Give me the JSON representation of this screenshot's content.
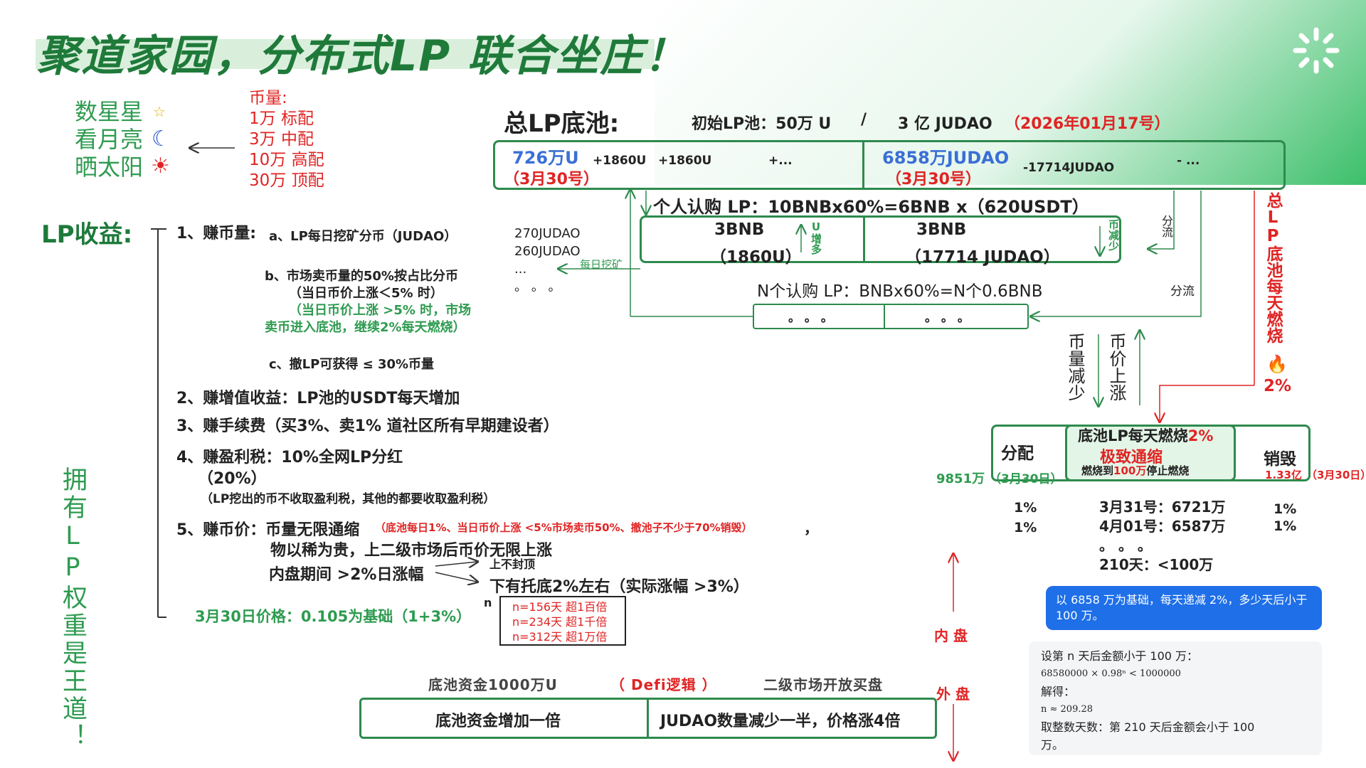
{
  "title": "聚道家园，分布式LP  联合坐庄！",
  "left_tiers": {
    "labels": [
      "数星星",
      "看月亮",
      "晒太阳"
    ],
    "quantity_header": "币量:",
    "quantities": [
      "1万  标配",
      "3万  中配",
      "10万  高配",
      "30万  顶配"
    ]
  },
  "lp_income": {
    "title": "LP收益:",
    "item1": "1、赚币量:",
    "item1a": "a、LP每日挖矿分币（JUDAO）",
    "item1b_1": "b、市场卖币量的50%按占比分币",
    "item1b_2": "（当日币价上涨＜5% 时）",
    "item1b_3": "（当日币价上涨 >5%  时，市场",
    "item1b_4": "卖币进入底池，继续2%每天燃烧）",
    "item1c": "c、撤LP可获得 ≤ 30%币量",
    "mining_list": [
      "270JUDAO",
      "260JUDAO",
      "...",
      "。 。 。"
    ],
    "mining_label": "每日挖矿",
    "item2": "2、赚增值收益：LP池的USDT每天增加",
    "item3": "3、赚手续费（买3%、卖1%  道社区所有早期建设者）",
    "item4_1": "4、赚盈利税：10%全网LP分红",
    "item4_2": "（20%）",
    "item4_3": "（LP挖出的币不收取盈利税，其他的都要收取盈利税）",
    "item5_1": "5、赚币价：币量无限通缩",
    "item5_red": "（底池每日1%、当日币价上涨 <5%市场卖币50%、撤池子不少于70%销毁）",
    "item5_comma": "，",
    "item5_2": "物以稀为贵，上二级市场后币价无限上涨",
    "item5_3": "内盘期间 >2%日涨幅",
    "item5_up": "上不封顶",
    "item5_down": "下有托底2%左右（实际涨幅 >3%）",
    "price_base": "3月30日价格：0.105为基础（1+3%）",
    "n_label": "n",
    "n_rows": [
      "n=156天   超1百倍",
      "n=234天   超1千倍",
      "n=312天   超1万倍"
    ],
    "vertical_slogan": "拥有LP权重是王道！"
  },
  "pool": {
    "title": "总LP底池:",
    "initial_label": "初始LP池：50万 U",
    "slash": "/",
    "initial_judao": "3 亿 JUDAO",
    "initial_date": "（2026年01月17号）",
    "left_value": "726万U",
    "left_date": "（3月30号）",
    "left_incs": [
      "+1860U",
      "+1860U",
      "+..."
    ],
    "right_value": "6858万JUDAO",
    "right_date": "（3月30号）",
    "right_decs": [
      "-17714JUDAO",
      "- ..."
    ],
    "personal_lp": "个人认购 LP：10BNBx60%=6BNB x（620USDT）",
    "bnb_left_1": "3BNB",
    "bnb_left_2": "（1860U）",
    "u_increase": "U增多",
    "bnb_right_1": "3BNB",
    "bnb_right_2": "（17714 JUDAO）",
    "coin_decrease": "币减少",
    "split": "分流",
    "split2": "分流",
    "n_lp": "N个认购 LP：BNBx60%=N个0.6BNB",
    "dots_left": "。 。 。",
    "dots_right": "。 。 。",
    "coin_less": "币量减少",
    "price_up": "币价上涨",
    "burn_vertical": "总LP底池每天燃烧",
    "burn_pct": "2%"
  },
  "burn": {
    "distribute": "分配",
    "pool_title_1": "底池LP每天燃烧",
    "pool_title_pct": "2%",
    "extreme": "极致通缩",
    "stop_1": "燃烧到",
    "stop_red": "100万",
    "stop_2": "停止燃烧",
    "destroy": "销毁",
    "left_amount": "9851万",
    "left_date": "（3月30日）",
    "right_amount": "1.33亿",
    "right_date": "（3月30日）",
    "pct_left": [
      "1%",
      "1%"
    ],
    "pct_right": [
      "1%",
      "1%"
    ],
    "schedule": [
      "3月31号：6721万",
      "4月01号：6587万",
      "。 。 。",
      "210天：<100万"
    ]
  },
  "chat": {
    "question": "以 6858 万为基础，每天递减 2%，多少天后小于 100 万。",
    "answer_1": "设第 n 天后金额小于 100 万：",
    "answer_2": "68580000 × 0.98ⁿ < 1000000",
    "answer_3": "解得：",
    "answer_4": "n ≈ 209.28",
    "answer_5": "取整数天数：第 210 天后金额会小于 100",
    "answer_6": "万。"
  },
  "bottom": {
    "inner": "内 盘",
    "outer": "外 盘",
    "pool_fund": "底池资金1000万U",
    "defi": "（ Defi逻辑  ）",
    "secondary": "二级市场开放买盘",
    "double": "底池资金增加一倍",
    "halve": "JUDAO数量减少一半，价格涨4倍"
  }
}
